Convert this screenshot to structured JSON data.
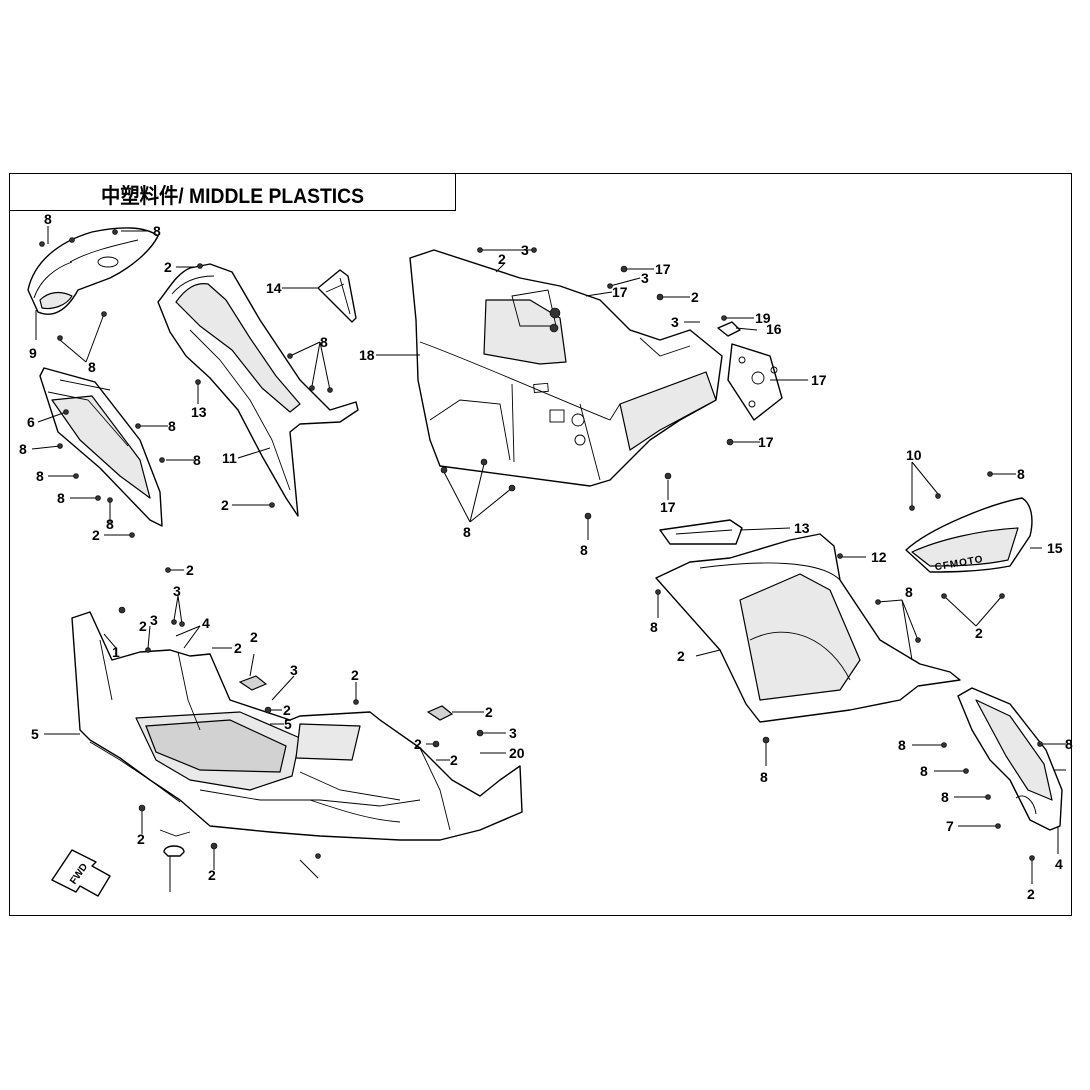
{
  "header": {
    "title": "中塑料件/ MIDDLE PLASTICS"
  },
  "fwd_marker": {
    "label": "FWD"
  },
  "logo": {
    "text": "CFMOTO"
  },
  "callouts": [
    "8",
    "8",
    "9",
    "8",
    "2",
    "14",
    "13",
    "8",
    "11",
    "2",
    "6",
    "8",
    "8",
    "8",
    "8",
    "8",
    "8",
    "2",
    "3",
    "2",
    "3",
    "17",
    "17",
    "2",
    "3",
    "19",
    "16",
    "18",
    "17",
    "17",
    "17",
    "8",
    "8",
    "10",
    "8",
    "15",
    "2",
    "13",
    "12",
    "8",
    "2",
    "8",
    "8",
    "8",
    "8",
    "8",
    "7",
    "8",
    "4",
    "2",
    "2",
    "3",
    "3",
    "2",
    "4",
    "1",
    "2",
    "5",
    "2",
    "2",
    "3",
    "2",
    "5",
    "2",
    "2",
    "3",
    "2",
    "2",
    "20",
    "2"
  ]
}
